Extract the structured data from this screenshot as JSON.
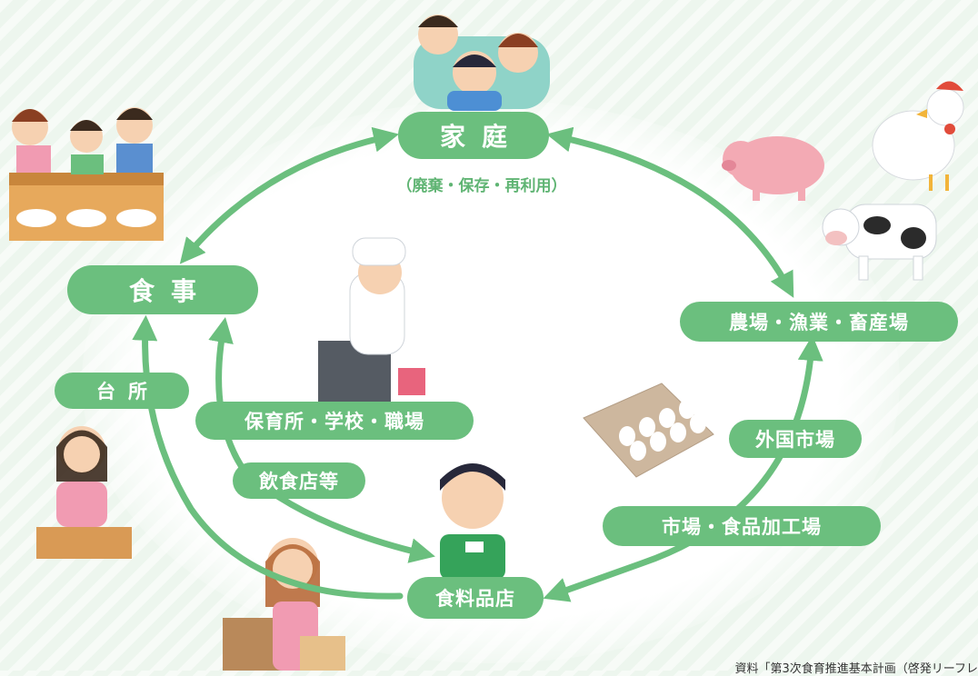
{
  "nodes": {
    "home": "家庭",
    "home_note": "（廃棄・保存・再利用）",
    "meal": "食事",
    "farm": "農場・漁業・畜産場",
    "kitchen": "台所",
    "institution": "保育所・学校・職場",
    "restaurant": "飲食店等",
    "foreign_market": "外国市場",
    "market": "市場・食品加工場",
    "grocery": "食料品店"
  },
  "source_note": "資料「第3次食育推進基本計画（啓発リーフレ",
  "colors": {
    "pill": "#6bbf7e",
    "arrow": "#6bbf7e",
    "note": "#5fb473"
  }
}
